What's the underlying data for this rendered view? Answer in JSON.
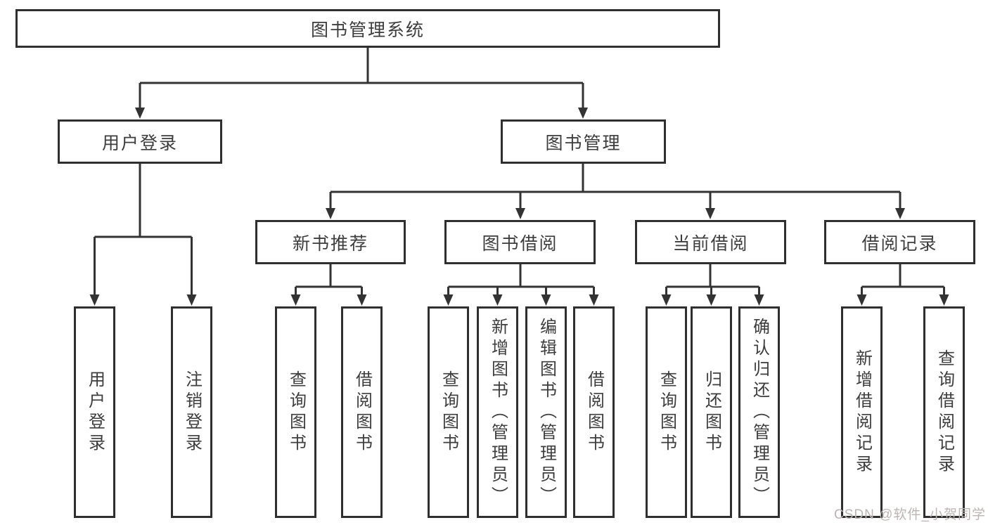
{
  "diagram": {
    "type": "hierarchy",
    "root": {
      "label": "图书管理系统"
    },
    "branches": [
      {
        "label": "用户登录",
        "children": [
          {
            "label": "用户登录"
          },
          {
            "label": "注销登录"
          }
        ]
      },
      {
        "label": "图书管理",
        "children": [
          {
            "label": "新书推荐",
            "children": [
              {
                "label": "查询图书"
              },
              {
                "label": "借阅图书"
              }
            ]
          },
          {
            "label": "图书借阅",
            "children": [
              {
                "label": "查询图书"
              },
              {
                "label": "新增图书（管理员）"
              },
              {
                "label": "编辑图书（管理员）"
              },
              {
                "label": "借阅图书"
              }
            ]
          },
          {
            "label": "当前借阅",
            "children": [
              {
                "label": "查询图书"
              },
              {
                "label": "归还图书"
              },
              {
                "label": "确认归还（管理员）"
              }
            ]
          },
          {
            "label": "借阅记录",
            "children": [
              {
                "label": "新增借阅记录"
              },
              {
                "label": "查询借阅记录"
              }
            ]
          }
        ]
      }
    ],
    "watermark": "CSDN @软件_小贺同学",
    "colors": {
      "line": "#333333",
      "border": "#2f2f2f",
      "text": "#3d3d3d",
      "watermark": "#bcb5b3",
      "background": "#ffffff"
    }
  }
}
